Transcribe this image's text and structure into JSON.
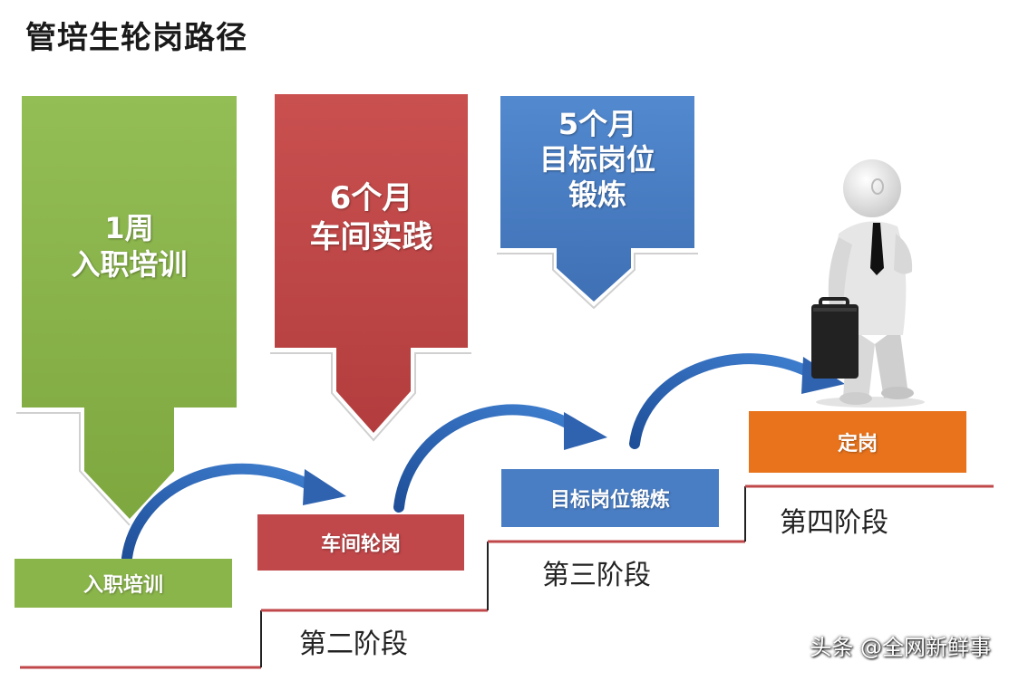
{
  "title": "管培生轮岗路径",
  "phases": [
    {
      "line1": "1周",
      "line2": "入职培训",
      "line3": "",
      "color": "#8ab54a"
    },
    {
      "line1": "6个月",
      "line2": "车间实践",
      "line3": "",
      "color": "#c0474a"
    },
    {
      "line1": "5个月",
      "line2": "目标岗位",
      "line3": "锻炼",
      "color": "#4a7ec4"
    }
  ],
  "stages": [
    {
      "box": "入职培训",
      "label": "",
      "color": "#8ab54a"
    },
    {
      "box": "车间轮岗",
      "label": "第二阶段",
      "color": "#c0474a"
    },
    {
      "box": "目标岗位锻炼",
      "label": "第三阶段",
      "color": "#4a7ec4"
    },
    {
      "box": "定岗",
      "label": "第四阶段",
      "color": "#e8731c"
    }
  ],
  "watermark": "头条 @全网新鲜事"
}
